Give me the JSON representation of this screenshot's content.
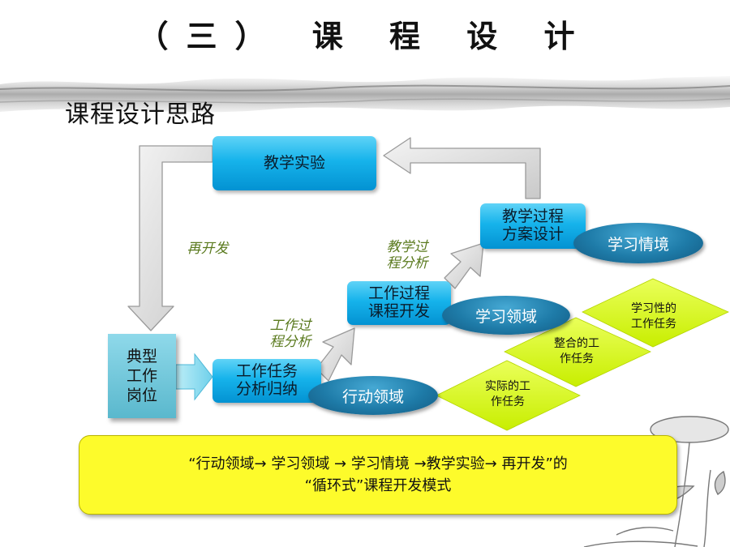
{
  "slide": {
    "title": "（三） 课 程 设 计",
    "subtitle": "课程设计思路"
  },
  "diagram": {
    "jiaoxue_shiyan": "教学实验",
    "kaifa_label": "再开发",
    "dianxing": [
      "典型",
      "工作",
      "岗位"
    ],
    "work_task": [
      "工作任务",
      "分析归纳"
    ],
    "action_domain": "行动领域",
    "gongzuo_guocheng_label": [
      "工作过",
      "程分析"
    ],
    "course_dev": [
      "工作过程",
      "课程开发"
    ],
    "learn_domain": "学习领域",
    "jiaoxue_guocheng_label": [
      "教学过",
      "程分析"
    ],
    "plan_design": [
      "教学过程",
      "方案设计"
    ],
    "learn_situation": "学习情境",
    "diamond_1": [
      "实际的工",
      "作任务"
    ],
    "diamond_2": [
      "整合的工",
      "作任务"
    ],
    "diamond_3": [
      "学习性的",
      "工作任务"
    ]
  },
  "summary": {
    "line1": "“行动领域→ 学习领域 → 学习情境 →教学实验→ 再开发”的",
    "line2": "“循环式”课程开发模式"
  },
  "colors": {
    "box_blue": "#16b3eb",
    "oval_blue": "#1e7ba8",
    "diamond_green": "#dcfa0f",
    "summary_yellow": "#fdfb2b",
    "label_green": "#5a7a1e"
  }
}
